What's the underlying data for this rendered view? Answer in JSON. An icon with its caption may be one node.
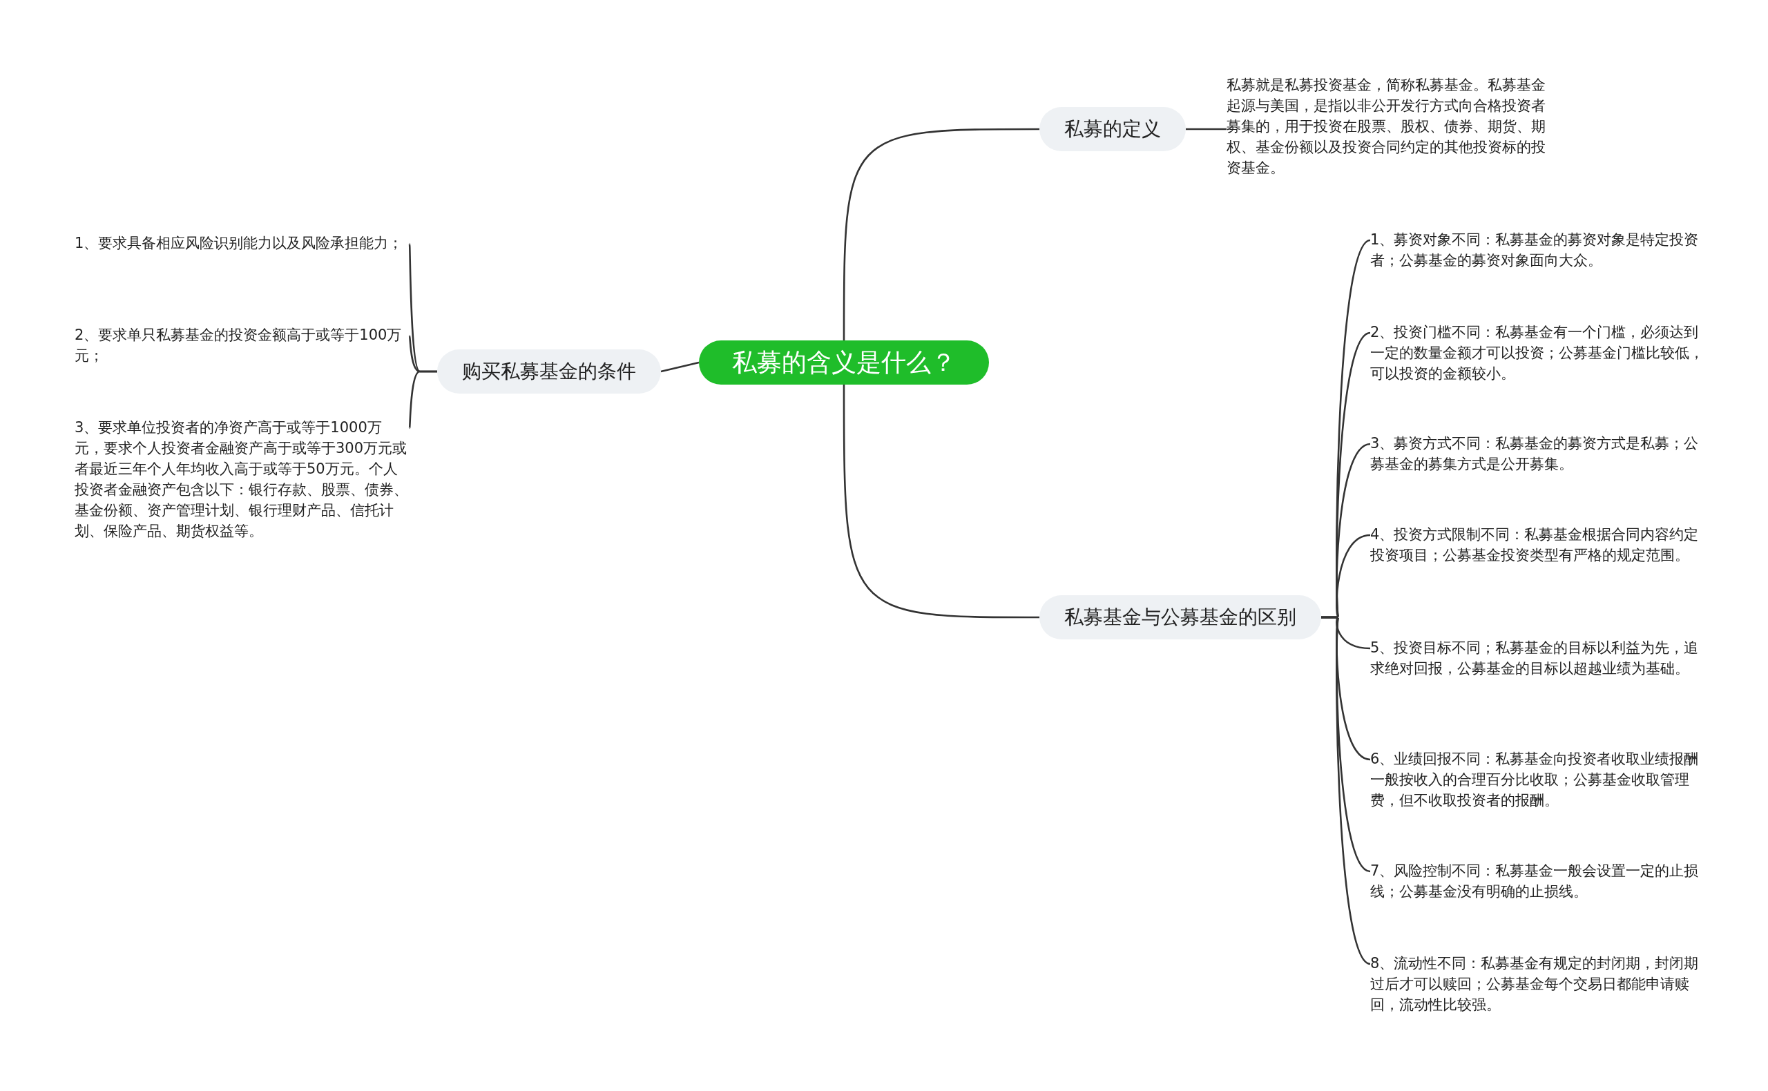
{
  "diagram": {
    "nodes": [
      {
        "text": [
          "私募的含义是什么？"
        ]
      },
      {
        "text": [
          "私募的定义"
        ]
      },
      {
        "text": [
          "私募就是私募投资基金，简称私募基金。私募基金起源与美国，是指以非公开发行方式向合格投资者募集的，用于投资在股票、股权、债券、期货、期权、基金份额以及投资合同约定的其他投资标的投资基金。"
        ]
      },
      {
        "text": [
          "私募基金与公募基金的区别"
        ]
      },
      {
        "text": [
          "1、募资对象不同：私募基金的募资对象是特定投资者；公募基金的募资对象面向大众。"
        ]
      },
      {
        "text": [
          "2、投资门槛不同：私募基金有一个门槛，必须达到一定的数量金额才可以投资；公募基金门槛比较低，可以投资的金额较小。"
        ]
      },
      {
        "text": [
          "3、募资方式不同：私募基金的募资方式是私募；公募基金的募集方式是公开募集。"
        ]
      },
      {
        "text": [
          "4、投资方式限制不同：私募基金根据合同内容约定投资项目；公募基金投资类型有严格的规定范围。"
        ]
      },
      {
        "text": [
          "5、投资目标不同；私募基金的目标以利益为先，追求绝对回报，公募基金的目标以超越业绩为基础。"
        ]
      },
      {
        "text": [
          "6、业绩回报不同：私募基金向投资者收取业绩报酬一般按收入的合理百分比收取；公募基金收取管理费，但不收取投资者的报酬。"
        ]
      },
      {
        "text": [
          "7、风险控制不同：私募基金一般会设置一定的止损线；公募基金没有明确的止损线。"
        ]
      },
      {
        "text": [
          "8、流动性不同：私募基金有规定的封闭期，封闭期过后才可以赎回；公募基金每个交易日都能申请赎回，流动性比较强。"
        ]
      },
      {
        "text": [
          "购买私募基金的条件"
        ]
      },
      {
        "text": [
          "1、要求具备相应风险识别能力以及风险承担能力；"
        ]
      },
      {
        "text": [
          "2、要求单只私募基金的投资金额高于或等于100万元；"
        ]
      },
      {
        "text": [
          "3、要求单位投资者的净资产高于或等于1000万元，要求个人投资者金融资产高于或等于300万元或者最近三年个人年均收入高于或等于50万元。个人投资者金融资产包含以下：银行存款、股票、债券、基金份额、资产管理计划、银行理财产品、信托计划、保险产品、期货权益等。"
        ]
      }
    ],
    "edges": [
      {
        "from": 0,
        "to": 1,
        "arrow": "none"
      },
      {
        "from": 1,
        "to": 2,
        "arrow": "none"
      },
      {
        "from": 0,
        "to": 3,
        "arrow": "none"
      },
      {
        "from": 3,
        "to": 4,
        "arrow": "none"
      },
      {
        "from": 3,
        "to": 5,
        "arrow": "none"
      },
      {
        "from": 3,
        "to": 6,
        "arrow": "none"
      },
      {
        "from": 3,
        "to": 7,
        "arrow": "none"
      },
      {
        "from": 3,
        "to": 8,
        "arrow": "none"
      },
      {
        "from": 3,
        "to": 9,
        "arrow": "none"
      },
      {
        "from": 3,
        "to": 10,
        "arrow": "none"
      },
      {
        "from": 3,
        "to": 11,
        "arrow": "none"
      },
      {
        "from": 0,
        "to": 12,
        "arrow": "none"
      },
      {
        "from": 12,
        "to": 13,
        "arrow": "none"
      },
      {
        "from": 12,
        "to": 14,
        "arrow": "none"
      },
      {
        "from": 12,
        "to": 15,
        "arrow": "none"
      }
    ]
  }
}
